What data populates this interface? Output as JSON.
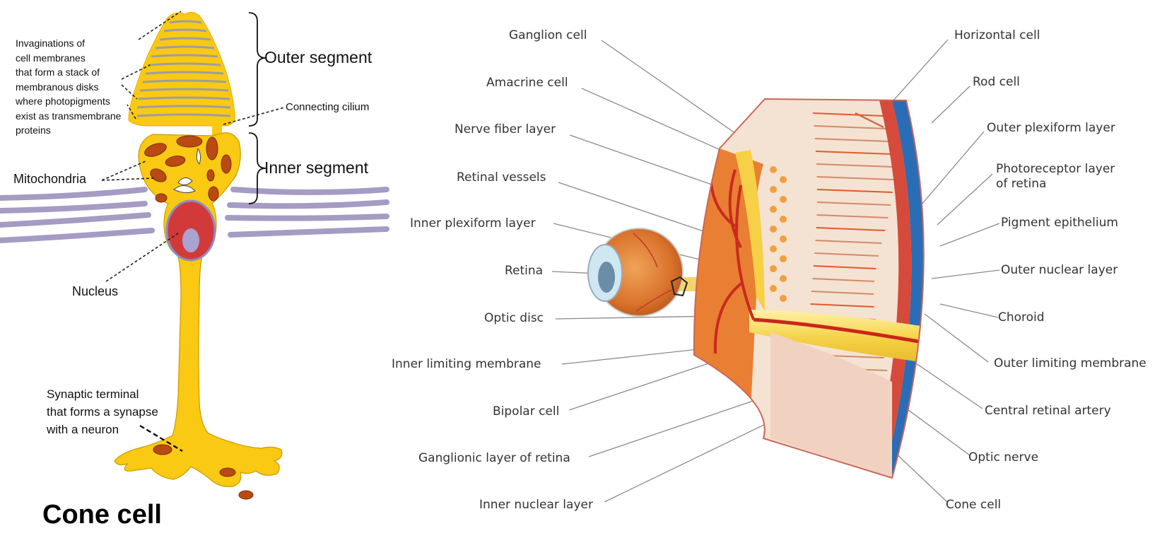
{
  "cone": {
    "title": "Cone cell",
    "invaginations": [
      "Invaginations of",
      "cell membranes",
      "that form a stack of",
      "membranous disks",
      "where photopigments",
      "exist as transmembrane",
      "proteins"
    ],
    "outer_segment": "Outer segment",
    "inner_segment": "Inner segment",
    "connecting_cilium": "Connecting cilium",
    "mitochondria": "Mitochondria",
    "nucleus": "Nucleus",
    "synaptic": [
      "Synaptic terminal",
      "that forms a synapse",
      "with a neuron"
    ]
  },
  "retina": {
    "left_labels": [
      "Ganglion cell",
      "Amacrine cell",
      "Nerve fiber layer",
      "Retinal vessels",
      "Inner plexiform layer",
      "Retina",
      "Optic disc",
      "Inner limiting membrane",
      "Bipolar cell",
      "Ganglionic layer of retina",
      "Inner nuclear layer"
    ],
    "right_labels": [
      "Horizontal cell",
      "Rod cell",
      "Outer plexiform layer",
      "Photoreceptor layer",
      "of retina",
      "Pigment epithelium",
      "Outer nuclear layer",
      "Choroid",
      "Outer limiting membrane",
      "Central retinal artery",
      "Optic nerve",
      "Cone cell"
    ]
  },
  "colors": {
    "cell_yellow": "#f9c913",
    "mito": "#b94a12",
    "nucleus_red": "#d23a3a",
    "nucleolus": "#a9a3cf",
    "disk_gray": "#9e9e9e",
    "membrane_purple": "#a69bc3",
    "retina_orange": "#e97f32",
    "vessel_red": "#c92a1f",
    "choroid_blue": "#2a6db7",
    "leader_gray": "#8a8a8a"
  }
}
